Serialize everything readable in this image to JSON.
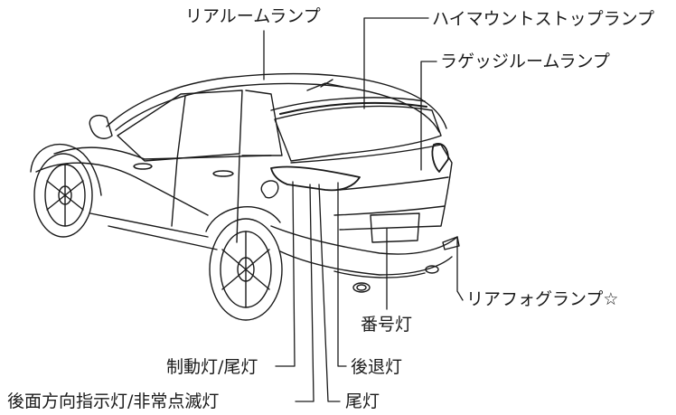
{
  "labels": {
    "rear_room_lamp": "リアルームランプ",
    "high_mount_stop_lamp": "ハイマウントストップランプ",
    "luggage_room_lamp": "ラゲッジルームランプ",
    "rear_fog_lamp": "リアフォグランプ☆",
    "license_lamp": "番号灯",
    "backup_lamp": "後退灯",
    "brake_tail_lamp": "制動灯/尾灯",
    "turn_hazard_lamp": "後面方向指示灯/非常点滅灯",
    "tail_lamp": "尾灯"
  },
  "colors": {
    "line": "#1a1a1a",
    "background": "#ffffff"
  }
}
